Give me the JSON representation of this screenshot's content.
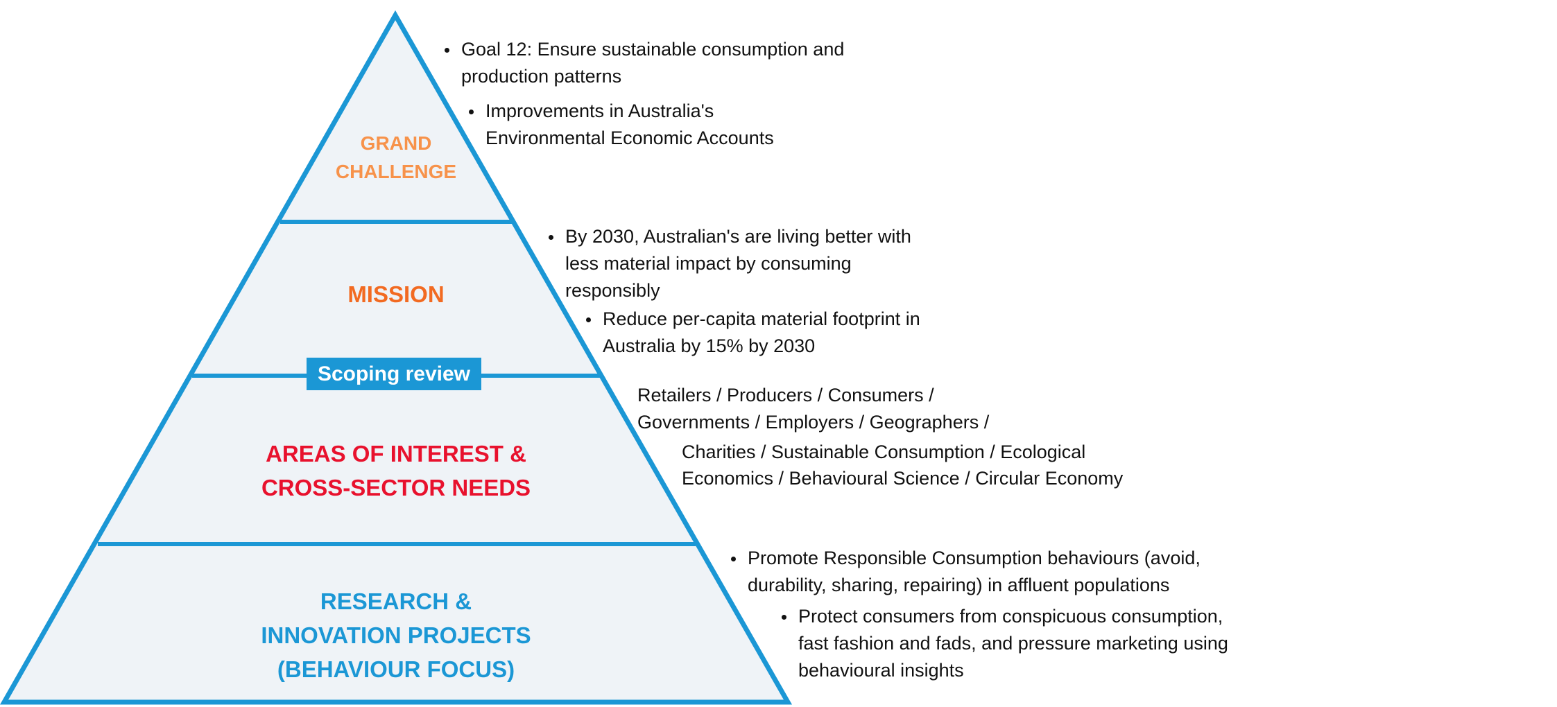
{
  "colors": {
    "outline": "#1b97d5",
    "fill": "#eff3f7",
    "grand_challenge": "#f7924a",
    "mission": "#f26a21",
    "areas": "#e8112d",
    "research": "#1b97d5",
    "badge_bg": "#1b97d5",
    "text": "#111111"
  },
  "tiers": {
    "grand_challenge": {
      "line1": "GRAND",
      "line2": "CHALLENGE"
    },
    "mission": {
      "line1": "MISSION"
    },
    "areas": {
      "line1": "AREAS OF INTEREST &",
      "line2": "CROSS-SECTOR NEEDS"
    },
    "research": {
      "line1": "RESEARCH &",
      "line2": "INNOVATION PROJECTS",
      "line3": "(BEHAVIOUR FOCUS)"
    }
  },
  "badge": {
    "label": "Scoping review"
  },
  "notes": {
    "grand_challenge": {
      "bullet1": "Goal 12: Ensure sustainable consumption and production patterns",
      "bullet2": "Improvements in Australia's Environmental Economic Accounts"
    },
    "mission": {
      "bullet1": "By 2030, Australian's are living better with less material impact by consuming responsibly",
      "bullet2": "Reduce per-capita material footprint in Australia by 15% by 2030"
    },
    "areas": {
      "line1": "Retailers / Producers / Consumers /",
      "line2": "Governments / Employers / Geographers /",
      "line3": "Charities / Sustainable Consumption / Ecological",
      "line4": "Economics / Behavioural Science / Circular Economy"
    },
    "research": {
      "bullet1": "Promote Responsible Consumption behaviours (avoid, durability, sharing, repairing) in affluent populations",
      "bullet2": "Protect consumers from conspicuous consumption, fast fashion and fads, and pressure marketing using behavioural insights"
    }
  }
}
